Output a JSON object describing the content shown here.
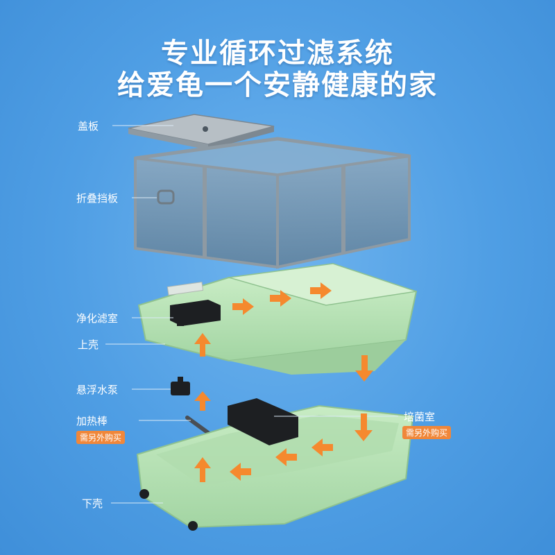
{
  "title": {
    "line1": "专业循环过滤系统",
    "line2": "给爱龟一个安静健康的家"
  },
  "labels": {
    "lid": "盖板",
    "folding_panel": "折叠挡板",
    "filter_chamber": "净化滤室",
    "upper_shell": "上壳",
    "pump": "悬浮水泵",
    "heater": "加热棒",
    "heater_note": "需另外购买",
    "bacteria_room": "培菌室",
    "bacteria_note": "需另外购买",
    "lower_shell": "下壳"
  },
  "colors": {
    "arrow": "#f5892e",
    "shell": "#b7e0b4",
    "glass": "#7e98ad",
    "frame": "#8e9aa3"
  }
}
